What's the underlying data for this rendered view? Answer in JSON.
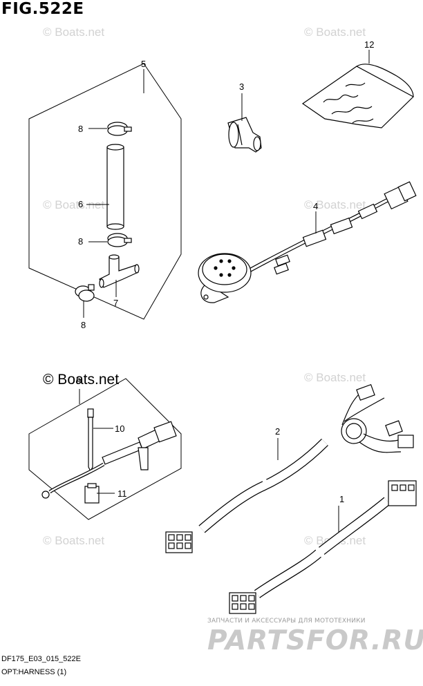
{
  "figure": {
    "title": "FIG.522E",
    "code": "DF175_E03_015_522E",
    "caption": "OPT:HARNESS (1)"
  },
  "watermarks": {
    "boats": "© Boats.net",
    "boats_bold": "© Boats.net",
    "ru_tagline": "ЗАПЧАСТИ И АКСЕССУАРЫ ДЛЯ МОТОТЕХНИКИ",
    "ru_logo": "PARTSFOR.RU"
  },
  "callouts": {
    "c1": "1",
    "c2": "2",
    "c3": "3",
    "c4": "4",
    "c5": "5",
    "c6": "6",
    "c7": "7",
    "c8a": "8",
    "c8b": "8",
    "c8c": "8",
    "c9": "9",
    "c10": "10",
    "c11": "11",
    "c12": "12"
  }
}
